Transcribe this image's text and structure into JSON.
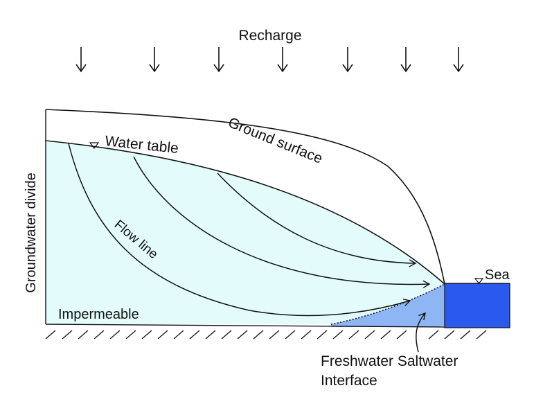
{
  "labels": {
    "recharge": "Recharge",
    "ground_surface": "Ground surface",
    "water_table": "Water table",
    "flow_line": "Flow line",
    "groundwater_divide": "Groundwater divide",
    "impermeable": "Impermeable",
    "sea": "Sea",
    "interface_line1": "Freshwater Saltwater",
    "interface_line2": "Interface"
  },
  "colors": {
    "freshwater": "#e3fbfb",
    "saltwater_wedge": "#8fb6f4",
    "sea": "#2a59ee",
    "line": "#111111"
  }
}
